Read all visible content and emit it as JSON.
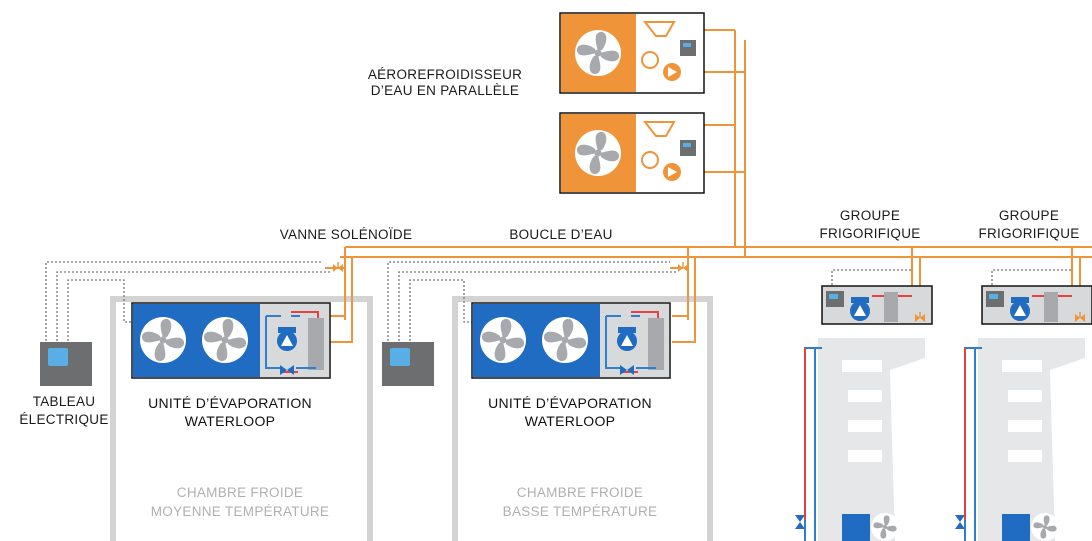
{
  "labels": {
    "dry_cooler_line1": "AÉROREFROIDISSEUR",
    "dry_cooler_line2": "D’EAU EN PARALLÈLE",
    "solenoid_valve": "VANNE SOLÉNOÏDE",
    "water_loop": "BOUCLE D’EAU",
    "condensing_unit_1_line1": "GROUPE",
    "condensing_unit_1_line2": "FRIGORIFIQUE",
    "condensing_unit_2_line1": "GROUPE",
    "condensing_unit_2_line2": "FRIGORIFIQUE",
    "panel_line1": "TABLEAU",
    "panel_line2": "ÉLECTRIQUE",
    "evap_unit_1_line1": "UNITÉ D’ÉVAPORATION",
    "evap_unit_1_line2": "WATERLOOP",
    "evap_unit_2_line1": "UNITÉ D’ÉVAPORATION",
    "evap_unit_2_line2": "WATERLOOP",
    "cold_room_1_line1": "CHAMBRE FROIDE",
    "cold_room_1_line2": "MOYENNE TEMPÉRATURE",
    "cold_room_2_line1": "CHAMBRE FROIDE",
    "cold_room_2_line2": "BASSE TEMPÉRATURE"
  },
  "colors": {
    "water_pipe": "#f0943a",
    "unit_blue": "#1f6cc2",
    "unit_orange": "#f0943a",
    "control_panel": "#6d6e70",
    "screen_blue": "#5aaee6",
    "fan_blade": "#a7a9ac",
    "room_outline": "#d3d3d3",
    "refrigerant_red": "#e8403f",
    "refrigerant_blue": "#2f7fd0"
  },
  "icons": [
    "fan-icon",
    "pump-icon",
    "valve-icon",
    "solenoid-valve-icon",
    "heat-exchanger-icon",
    "control-panel-icon"
  ]
}
